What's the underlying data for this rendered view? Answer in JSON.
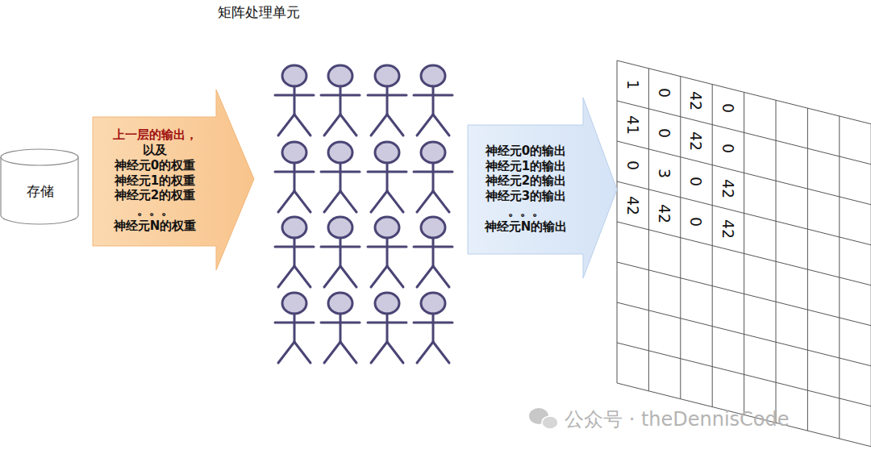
{
  "diagram": {
    "title": "矩阵处理单元",
    "nodes": [
      {
        "text": [
          "存储"
        ]
      },
      {
        "text": [
          "上一层的输出，",
          "以及",
          "神经元0的权重",
          "神经元1的权重",
          "神经元2的权重",
          "。。。",
          "神经元N的权重"
        ]
      },
      {
        "text": [
          "神经元0的输出",
          "神经元1的输出",
          "神经元2的输出",
          "神经元3的输出",
          "。。。",
          "神经元N的输出"
        ]
      }
    ],
    "labels": [
      "1",
      "0",
      "42",
      "0",
      "41",
      "0",
      "42",
      "0",
      "0",
      "3",
      "0",
      "42",
      "42",
      "42",
      "0",
      "42",
      "公众号 · theDennisCode"
    ]
  }
}
